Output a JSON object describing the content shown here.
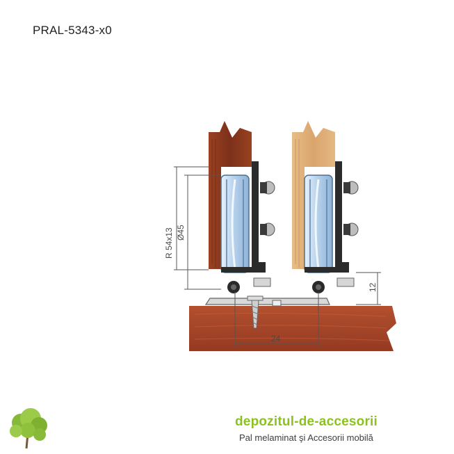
{
  "header": {
    "product_code": "PRAL-5343-x0"
  },
  "drawing": {
    "dim_radius": "R 54x13",
    "dim_diameter": "Ø45",
    "dim_height": "12",
    "dim_width": "24"
  },
  "brand": {
    "title": "depozitul-de-accesorii",
    "subtitle": "Pal melaminat şi Accesorii mobilă"
  },
  "colors": {
    "wood_dark": "#8e3a1e",
    "wood_light": "#e0b07a",
    "rail": "#a8442a",
    "wheel": "#b9d3ec",
    "bracket": "#2a2a2a",
    "brand_green": "#8cc21f"
  },
  "icons": {
    "logo": "tree-icon"
  }
}
